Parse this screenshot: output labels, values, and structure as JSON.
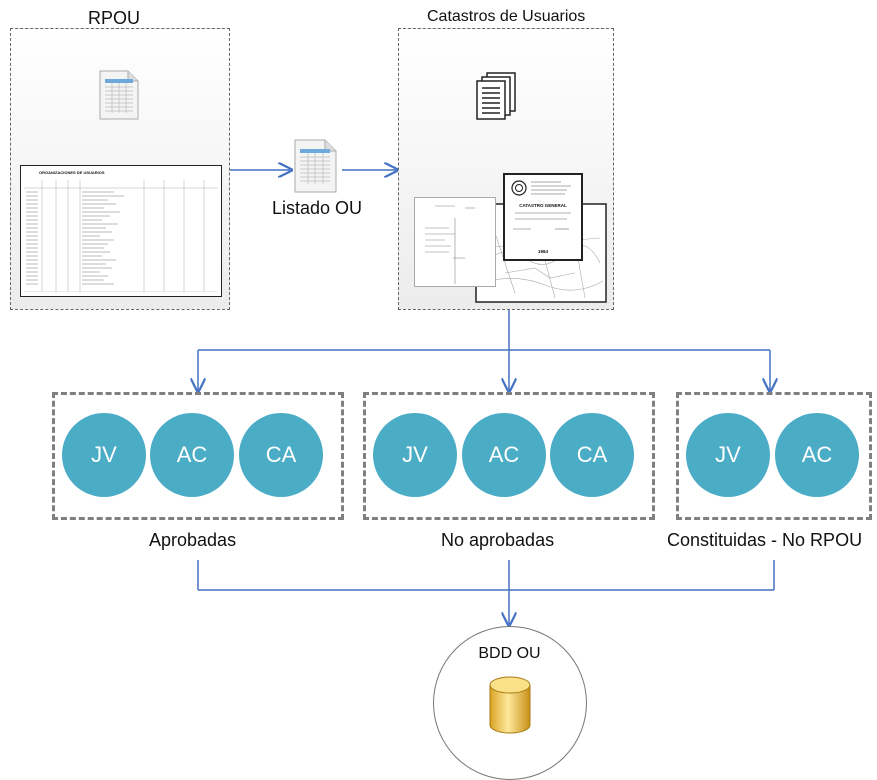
{
  "nodes": {
    "rpou": {
      "title": "RPOU"
    },
    "catastros": {
      "title": "Catastros de Usuarios"
    },
    "listado": {
      "label": "Listado OU"
    },
    "bdd": {
      "label": "BDD OU"
    }
  },
  "groups": [
    {
      "label": "Aprobadas",
      "items": [
        "JV",
        "AC",
        "CA"
      ]
    },
    {
      "label": "No aprobadas",
      "items": [
        "JV",
        "AC",
        "CA"
      ]
    },
    {
      "label": "Constituidas - No RPOU",
      "items": [
        "JV",
        "AC"
      ]
    }
  ],
  "document_text": {
    "spreadsheet_title": "ORGANIZACIONES DE USUARIOS",
    "cover_title": "CATASTRO GENERAL",
    "cover_year": "1984"
  },
  "colors": {
    "circle_fill": "#4aacc5",
    "arrow": "#4472c4",
    "dash": "#7f7f7f"
  }
}
